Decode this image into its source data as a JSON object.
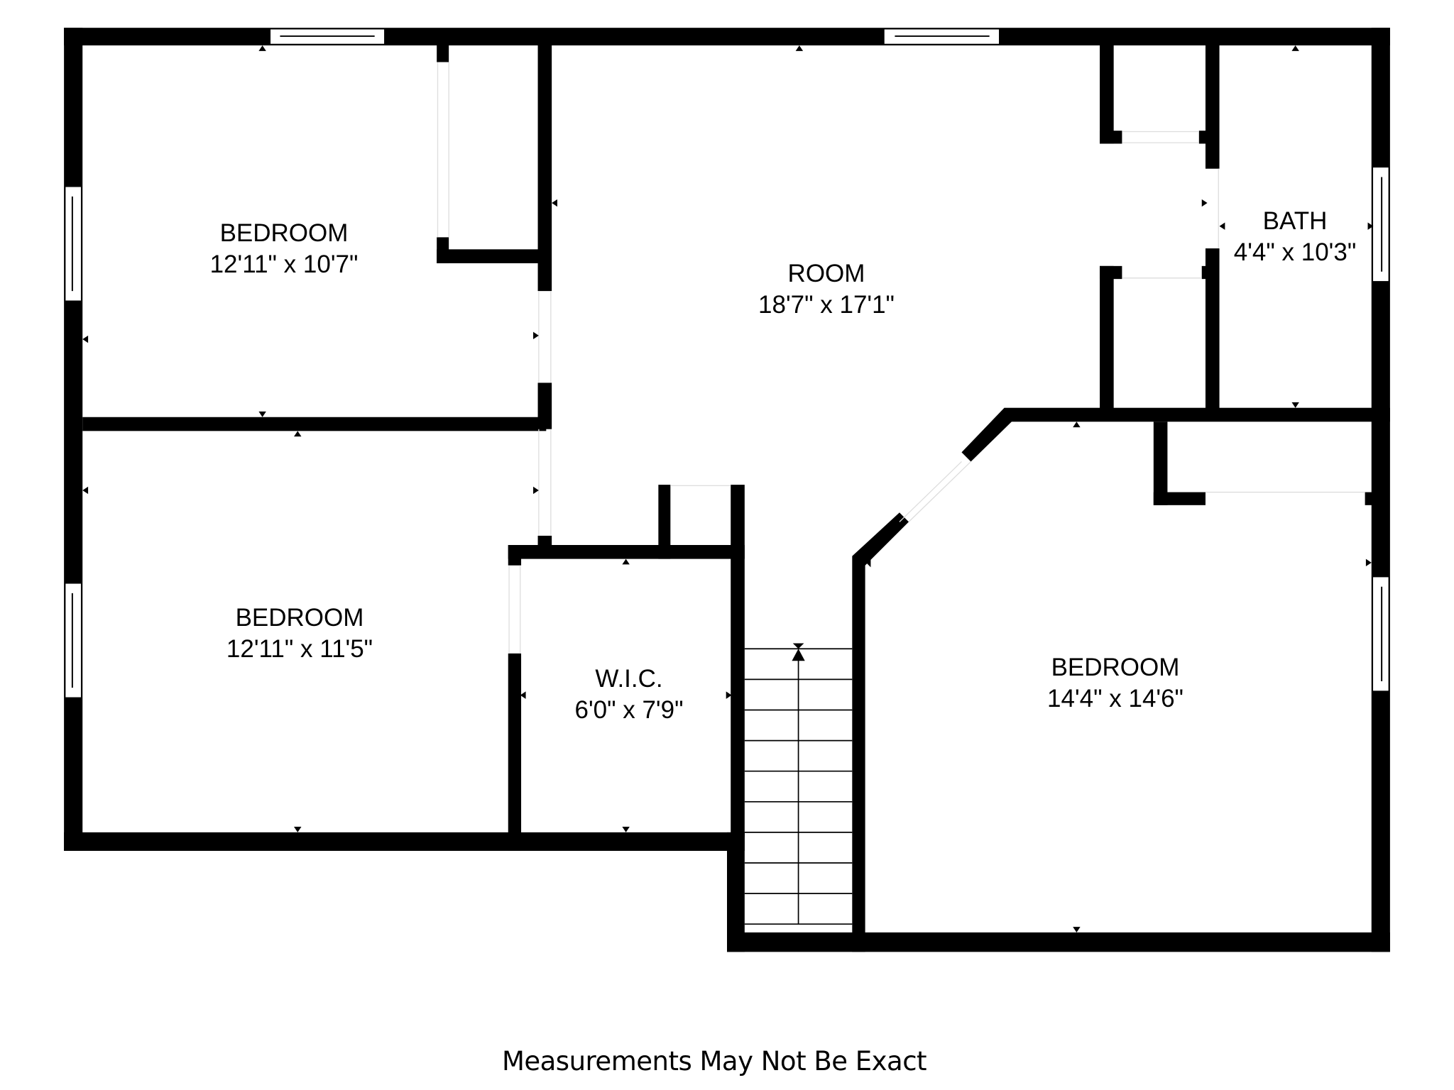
{
  "floorplan": {
    "rooms": [
      {
        "name": "BEDROOM",
        "dims": "12'11\" x 10'7\""
      },
      {
        "name": "ROOM",
        "dims": "18'7\" x 17'1\""
      },
      {
        "name": "BATH",
        "dims": "4'4\" x 10'3\""
      },
      {
        "name": "BEDROOM",
        "dims": "12'11\" x 11'5\""
      },
      {
        "name": "W.I.C.",
        "dims": "6'0\" x 7'9\""
      },
      {
        "name": "BEDROOM",
        "dims": "14'4\" x 14'6\""
      }
    ],
    "wall_color": "#000000",
    "background_color": "#ffffff"
  },
  "footer": {
    "disclaimer": "Measurements May Not Be Exact"
  }
}
